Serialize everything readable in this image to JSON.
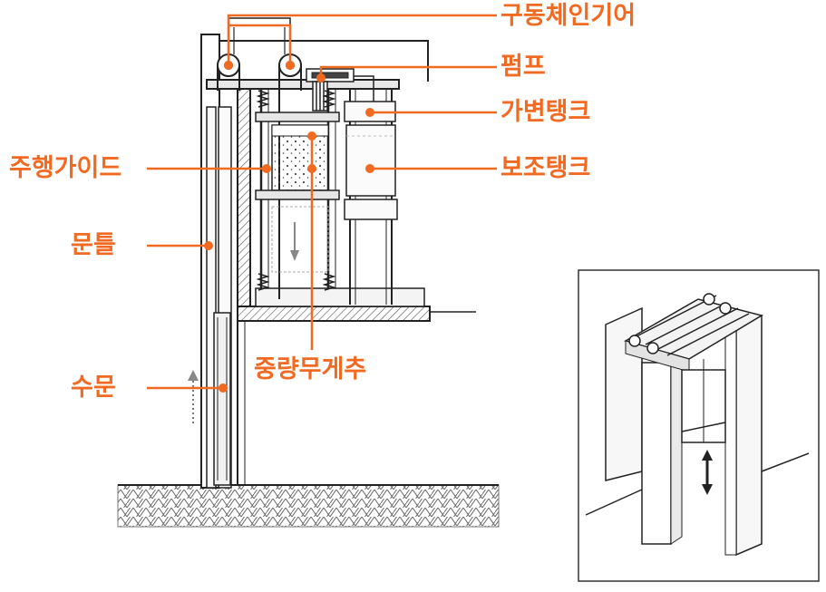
{
  "labels": {
    "drive_chain_gear": "구동체인기어",
    "pump": "펌프",
    "variable_tank": "가변탱크",
    "auxiliary_tank": "보조탱크",
    "travel_guide": "주행가이드",
    "door_frame": "문틀",
    "flood_gate": "수문",
    "weight_counterweight": "중량무게추"
  },
  "colors": {
    "accent": "#f26a21",
    "line": "#222222",
    "hatch": "#555555"
  }
}
